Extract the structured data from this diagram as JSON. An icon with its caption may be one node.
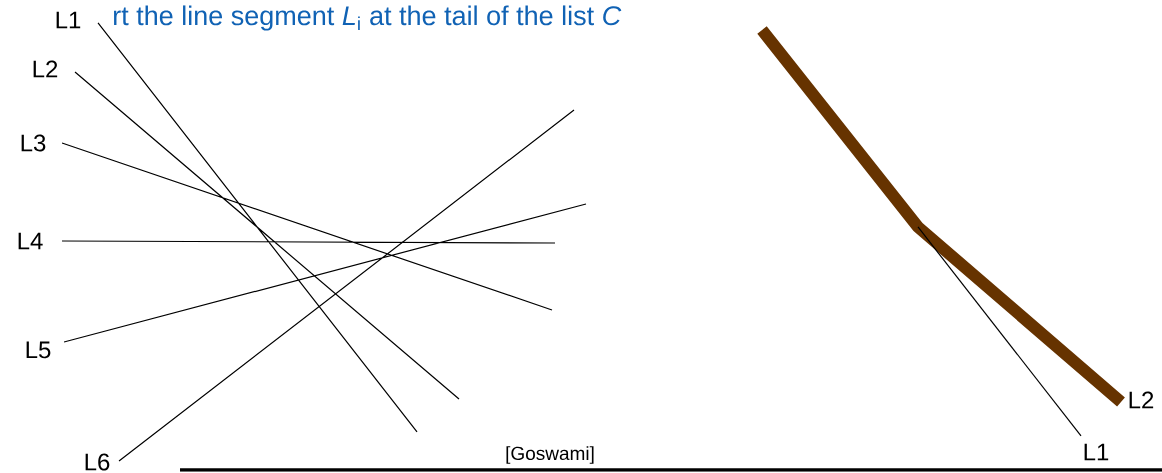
{
  "diagram": {
    "title": "rt the line segment *L*$_{i}$ at the tail of the list *C*",
    "labels": [
      "L1",
      "L2",
      "L3",
      "L4",
      "L5",
      "L6",
      "L2",
      "L1",
      "[Goswami]"
    ]
  }
}
